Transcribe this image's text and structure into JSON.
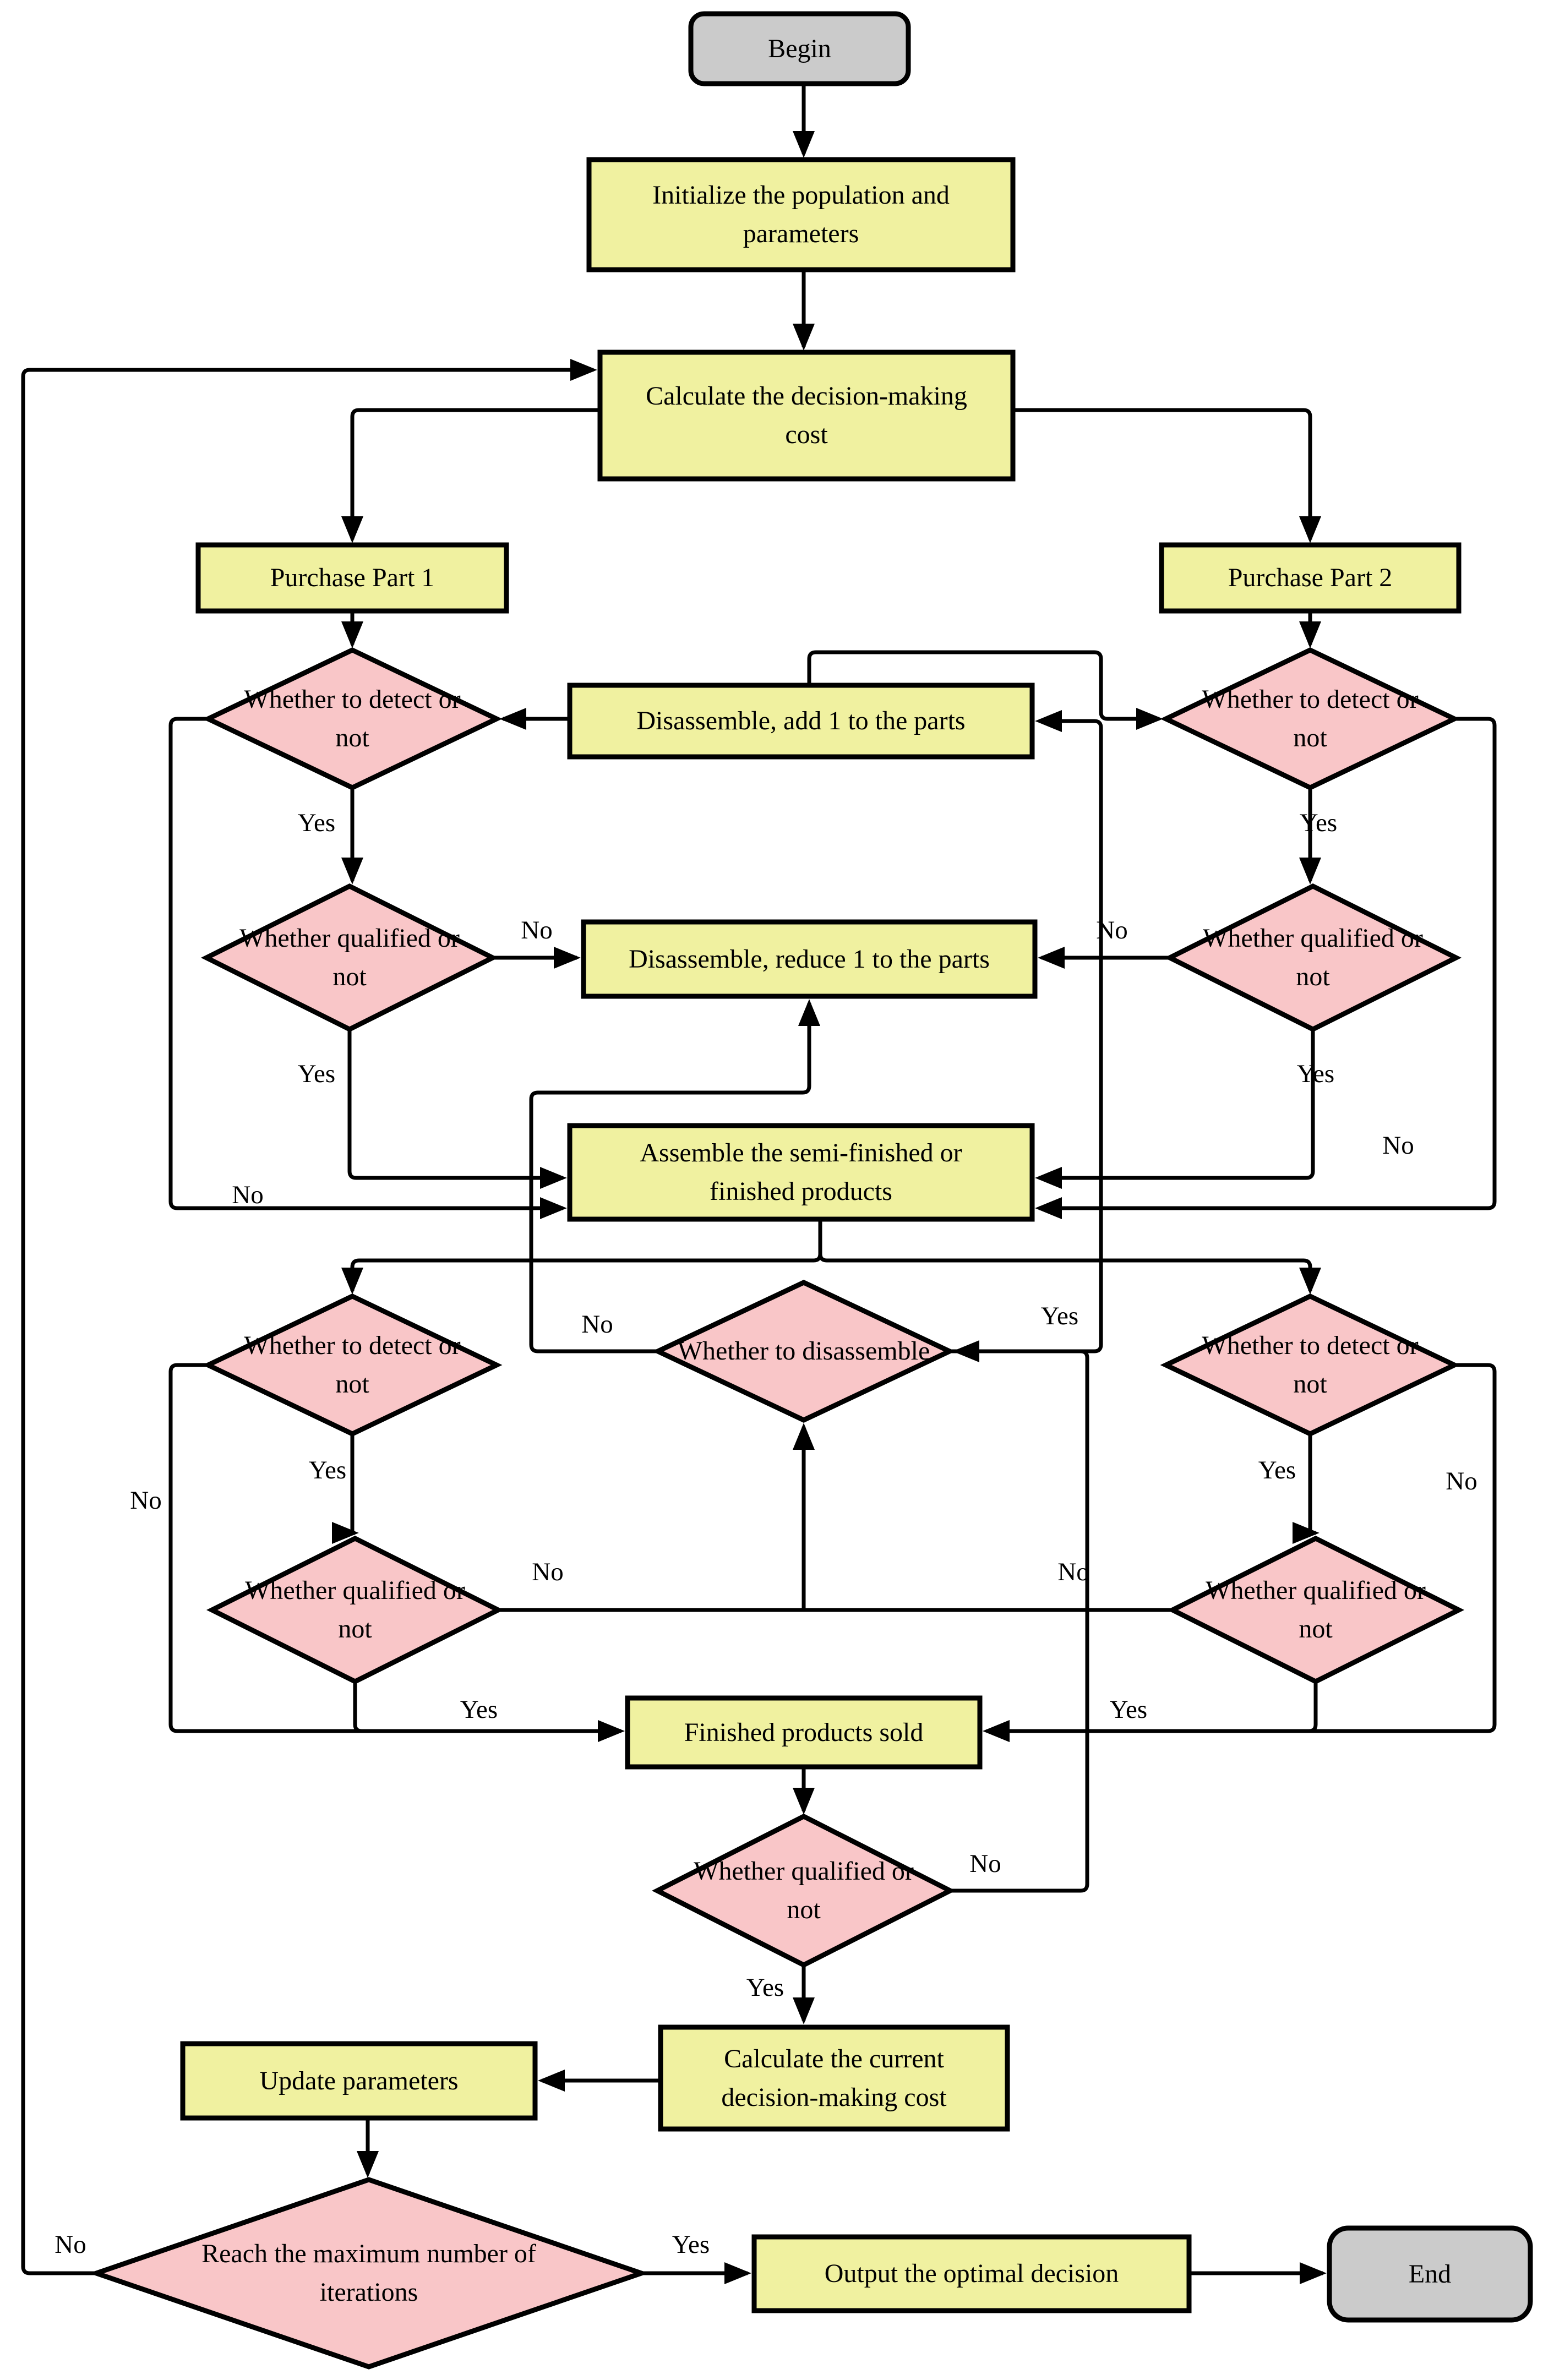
{
  "diagram": {
    "type": "flowchart",
    "colors": {
      "process_fill": "#f0f1a0",
      "decision_fill": "#f9c6c8",
      "terminal_fill": "#cbcbcb",
      "stroke": "#000000",
      "background": "#ffffff"
    },
    "nodes": {
      "begin": {
        "type": "terminal",
        "label": "Begin"
      },
      "init": {
        "type": "process",
        "label": "Initialize the population and parameters"
      },
      "calc": {
        "type": "process",
        "label": "Calculate the decision-making cost"
      },
      "purchase1": {
        "type": "process",
        "label": "Purchase Part 1"
      },
      "purchase2": {
        "type": "process",
        "label": "Purchase Part 2"
      },
      "detect1l": {
        "type": "decision",
        "label": "Whether to detect or not"
      },
      "detect1r": {
        "type": "decision",
        "label": "Whether to detect or not"
      },
      "add1": {
        "type": "process",
        "label": "Disassemble, add 1 to the parts"
      },
      "qual1l": {
        "type": "decision",
        "label": "Whether qualified or not"
      },
      "qual1r": {
        "type": "decision",
        "label": "Whether qualified or not"
      },
      "reduce1": {
        "type": "process",
        "label": "Disassemble, reduce 1 to the parts"
      },
      "assemble": {
        "type": "process",
        "label": "Assemble the semi-finished or finished products"
      },
      "detect2l": {
        "type": "decision",
        "label": "Whether to detect or not"
      },
      "detect2r": {
        "type": "decision",
        "label": "Whether to detect or not"
      },
      "disassemble": {
        "type": "decision",
        "label": "Whether to disassemble"
      },
      "qual2l": {
        "type": "decision",
        "label": "Whether qualified or not"
      },
      "qual2r": {
        "type": "decision",
        "label": "Whether qualified or not"
      },
      "sold": {
        "type": "process",
        "label": "Finished products sold"
      },
      "qualbottom": {
        "type": "decision",
        "label": "Whether qualified or not"
      },
      "calccurrent": {
        "type": "process",
        "label": "Calculate the current decision-making cost"
      },
      "update": {
        "type": "process",
        "label": "Update parameters"
      },
      "reachmax": {
        "type": "decision",
        "label": "Reach the maximum number of iterations"
      },
      "output": {
        "type": "process",
        "label": "Output the optimal decision"
      },
      "end": {
        "type": "terminal",
        "label": "End"
      }
    },
    "edge_labels": {
      "yes": "Yes",
      "no": "No"
    }
  }
}
